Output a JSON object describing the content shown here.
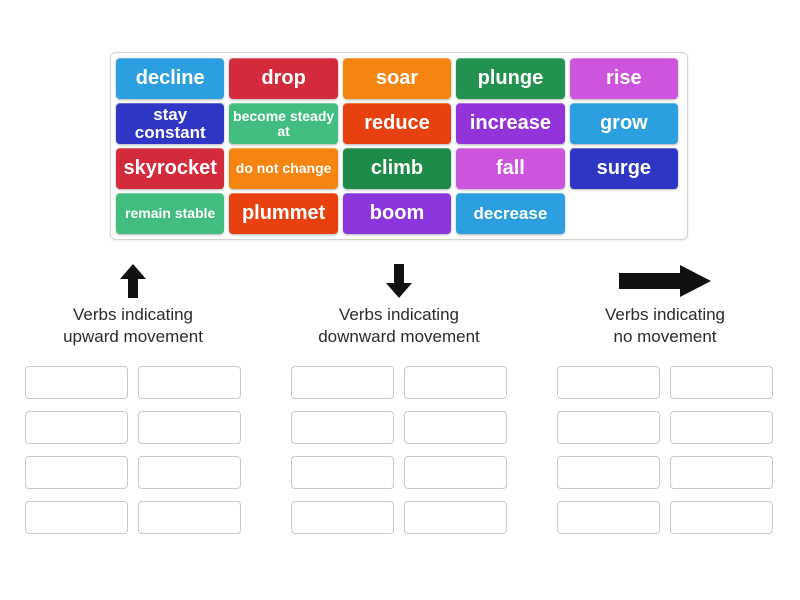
{
  "activity": {
    "type": "group-sort",
    "word_bank": {
      "rows": [
        [
          {
            "label": "decline",
            "color": "#2b9fe0",
            "size": "fs-lg"
          },
          {
            "label": "drop",
            "color": "#d42b3c",
            "size": "fs-lg"
          },
          {
            "label": "soar",
            "color": "#f58410",
            "size": "fs-lg"
          },
          {
            "label": "plunge",
            "color": "#23914f",
            "size": "fs-lg"
          },
          {
            "label": "rise",
            "color": "#cd55dd",
            "size": "fs-lg"
          }
        ],
        [
          {
            "label": "stay constant",
            "color": "#2f35c4",
            "size": "fs-md"
          },
          {
            "label": "become\nsteady at",
            "color": "#42bd80",
            "size": "fs-sm"
          },
          {
            "label": "reduce",
            "color": "#e8400e",
            "size": "fs-lg"
          },
          {
            "label": "increase",
            "color": "#9333da",
            "size": "fs-lg"
          },
          {
            "label": "grow",
            "color": "#2b9fe0",
            "size": "fs-lg"
          }
        ],
        [
          {
            "label": "skyrocket",
            "color": "#d42b3c",
            "size": "fs-lg"
          },
          {
            "label": "do not\nchange",
            "color": "#f58410",
            "size": "fs-sm"
          },
          {
            "label": "climb",
            "color": "#1e8a4a",
            "size": "fs-lg"
          },
          {
            "label": "fall",
            "color": "#cd55dd",
            "size": "fs-lg"
          },
          {
            "label": "surge",
            "color": "#2f35c4",
            "size": "fs-lg"
          }
        ],
        [
          {
            "label": "remain\nstable",
            "color": "#42bd80",
            "size": "fs-sm"
          },
          {
            "label": "plummet",
            "color": "#e8400e",
            "size": "fs-lg"
          },
          {
            "label": "boom",
            "color": "#8b35dd",
            "size": "fs-lg"
          },
          {
            "label": "decrease",
            "color": "#2b9fe0",
            "size": "fs-md"
          },
          {
            "label": "",
            "color": "transparent",
            "size": "fs-lg",
            "empty": true
          }
        ]
      ]
    },
    "categories": [
      {
        "icon": "arrow-up-icon",
        "label": "Verbs indicating\nupward movement",
        "slot_count": 8
      },
      {
        "icon": "arrow-down-icon",
        "label": "Verbs indicating\ndownward movement",
        "slot_count": 8
      },
      {
        "icon": "arrow-right-icon",
        "label": "Verbs indicating\nno movement",
        "slot_count": 8
      }
    ],
    "colors": {
      "slot_border": "#c9c9c9",
      "bank_border": "#d3d3d3",
      "text_on_tile": "#ffffff",
      "label_text": "#2b2b2b",
      "icon": "#111111"
    }
  }
}
